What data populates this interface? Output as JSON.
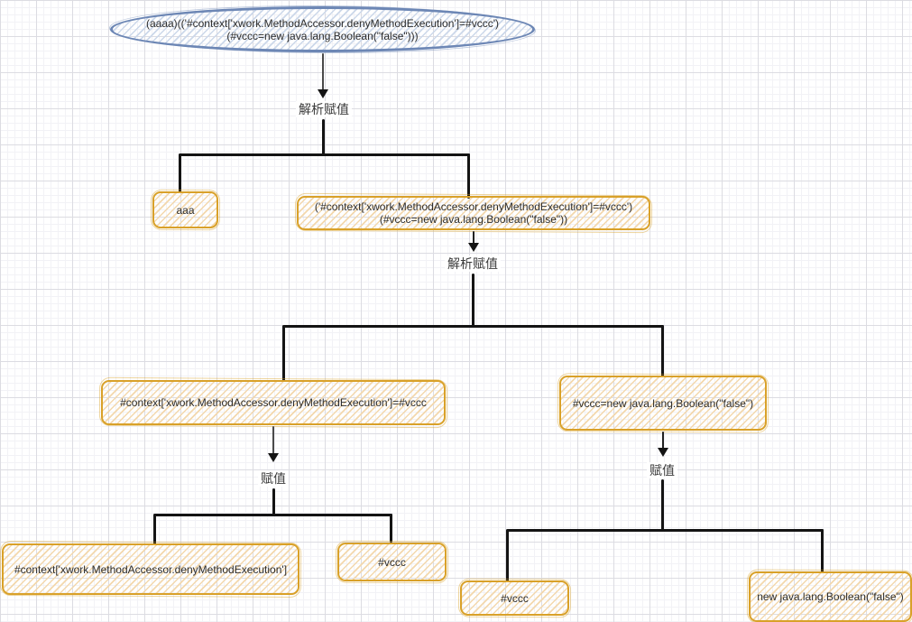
{
  "diagram": {
    "root_node": {
      "line1": "(aaaa)(('#context['xwork.MethodAccessor.denyMethodExecution']=#vccc')",
      "line2": "(#vccc=new java.lang.Boolean(\"false\")))"
    },
    "edge_labels": {
      "parse_assign_top": "解析赋值",
      "parse_assign_mid": "解析赋值",
      "assign_left": "赋值",
      "assign_right": "赋值"
    },
    "nodes": {
      "aaa": "aaa",
      "expr_pair_line1": "('#context['xwork.MethodAccessor.denyMethodExecution']=#vccc')",
      "expr_pair_line2": "(#vccc=new java.lang.Boolean(\"false\"))",
      "assign_context": "#context['xwork.MethodAccessor.denyMethodExecution']=#vccc",
      "assign_vccc": "#vccc=new java.lang.Boolean(\"false\")",
      "context_key": "#context['xwork.MethodAccessor.denyMethodExecution']",
      "vccc_mid": "#vccc",
      "vccc_bottom": "#vccc",
      "new_boolean": "new java.lang.Boolean(\"false\")"
    }
  },
  "colors": {
    "node_border_blue": "#6d87b5",
    "node_hatch_blue": "#ccd8ea",
    "node_border_orange": "#d9a129",
    "node_hatch_orange": "#f3d8ad",
    "connector": "#141414",
    "arrow": "#4a4a4a",
    "text": "#2c2c2c",
    "grid_major": "#dcdce2",
    "grid_minor": "#f2f2f6",
    "canvas_bg": "#ffffff"
  }
}
